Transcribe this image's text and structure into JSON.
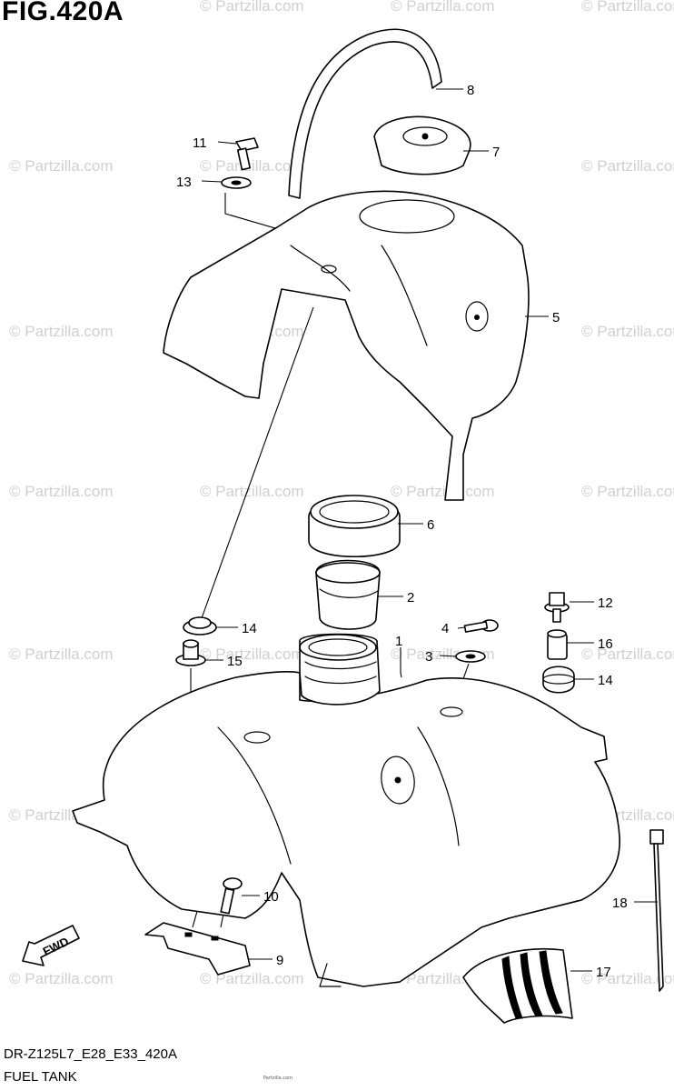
{
  "figure_title": "FIG.420A",
  "model_code": "DR-Z125L7_E28_E33_420A",
  "section_name": "FUEL TANK",
  "footer_note": "Partzilla.com",
  "watermark_text": "© Partzilla.com",
  "fwd_label": "FWD",
  "callouts": {
    "c1": "1",
    "c2": "2",
    "c3": "3",
    "c4": "4",
    "c5": "5",
    "c6": "6",
    "c7": "7",
    "c8": "8",
    "c9": "9",
    "c10": "10",
    "c11": "11",
    "c12": "12",
    "c13": "13",
    "c14a": "14",
    "c14b": "14",
    "c15": "15",
    "c16": "16",
    "c17": "17",
    "c18": "18"
  }
}
